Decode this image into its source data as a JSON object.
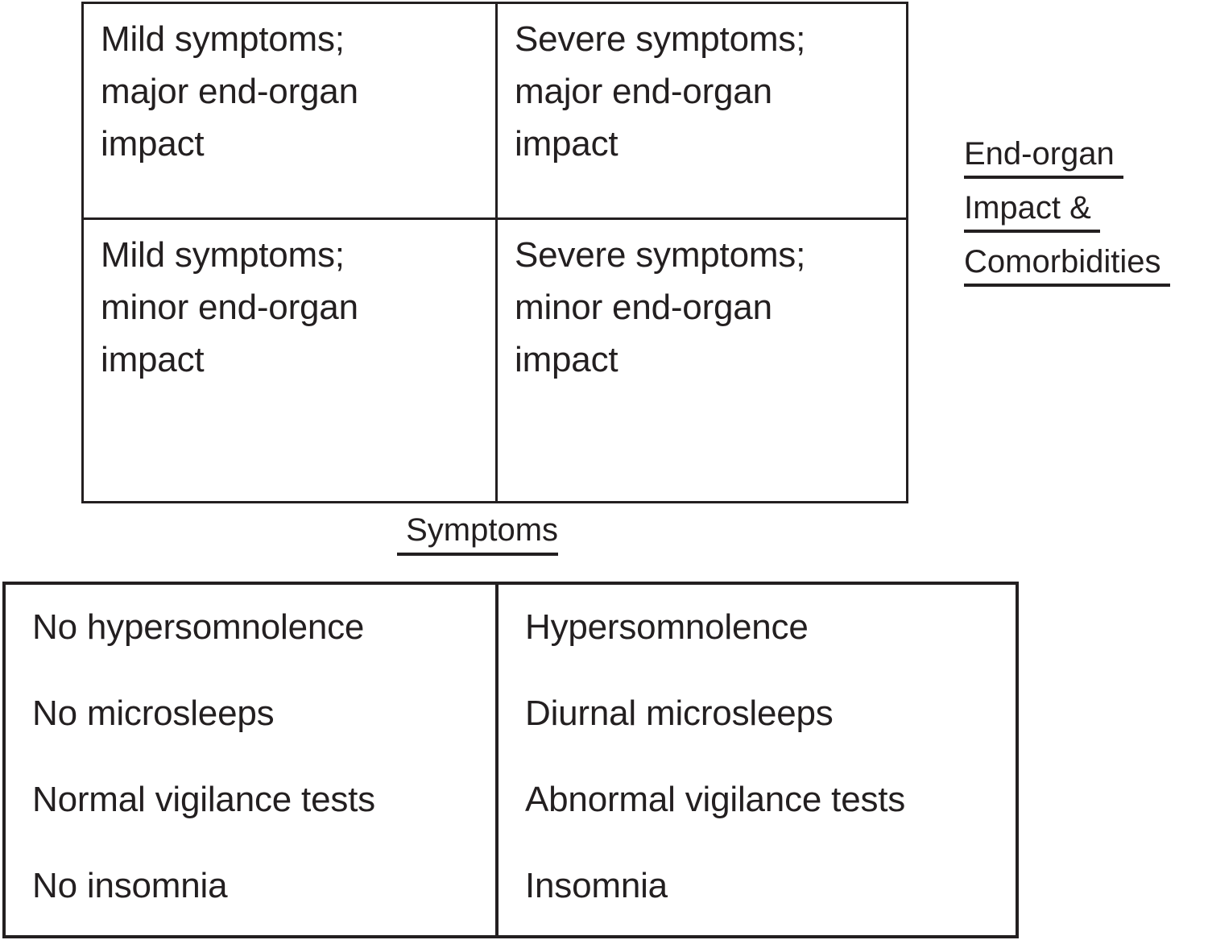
{
  "matrix": {
    "quadrants": [
      {
        "id": "top-left",
        "text": "Mild symptoms;\nmajor end-organ\nimpact"
      },
      {
        "id": "top-right",
        "text": "Severe symptoms;\nmajor end-organ\nimpact"
      },
      {
        "id": "bottom-left",
        "text": "Mild symptoms;\nminor end-organ\nimpact"
      },
      {
        "id": "bottom-right",
        "text": "Severe symptoms;\nminor end-organ\nimpact"
      }
    ],
    "y_axis_label_lines": [
      "End-organ ",
      "Impact & ",
      "Comorbidities "
    ],
    "x_axis_label": " Symptoms"
  },
  "symptom_box": {
    "left_column": [
      "No hypersomnolence",
      "No microsleeps",
      "Normal vigilance tests",
      "No insomnia"
    ],
    "right_column": [
      "Hypersomnolence",
      "Diurnal microsleeps",
      "Abnormal vigilance tests",
      "Insomnia"
    ]
  },
  "colors": {
    "ink": "#231f20",
    "background": "#ffffff"
  }
}
